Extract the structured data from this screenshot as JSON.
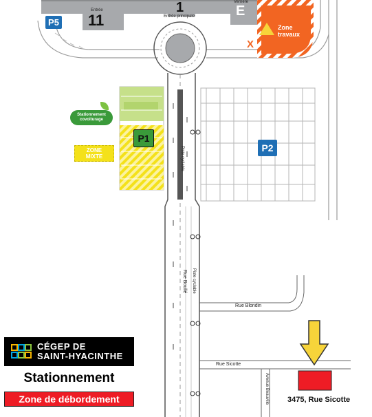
{
  "map": {
    "labels": {
      "entree_11": "Entrée",
      "number_11": "11",
      "number_1": "1",
      "entree_principale": "Entrée principale",
      "letter_e": "E",
      "verriere": "Verrière",
      "zone_travaux": "Zone travaux",
      "stationnement_covoiturage": "Stationnement covoiturage",
      "zone_mixte": "ZONE MIXTE",
      "piste_cyclable_1": "Piste cyclable",
      "piste_cyclable_2": "Piste cyclable",
      "rue_boulle": "Rue Boullé",
      "rue_blondin": "Rue Blondin",
      "rue_sicotte": "Rue Sicotte",
      "avenue_beauville": "Avenue Beauville",
      "address": "3475, Rue Sicotte",
      "x_marker": "X"
    },
    "parking": {
      "p1": "P1",
      "p2": "P2",
      "p5": "P5"
    },
    "colors": {
      "parking_blue": "#1f6fb5",
      "p1_green": "#3a9a3a",
      "covoiturage_green": "#7dc242",
      "zone_mixte_yellow": "#f4e11a",
      "travaux_orange": "#f26522",
      "overflow_red": "#ee1c25",
      "arrow_yellow": "#f7d43a",
      "building_gray": "#a7a9ac"
    },
    "icons": {
      "leaf": "leaf-icon",
      "worker": "construction-worker-icon",
      "arrow": "arrow-down-icon",
      "bike": "bicycle-icon"
    }
  },
  "logo": {
    "line1": "CÉGEP DE",
    "line2": "SAINT-HYACINTHE"
  },
  "legend": {
    "title": "Stationnement",
    "badge": "Zone de débordement"
  }
}
